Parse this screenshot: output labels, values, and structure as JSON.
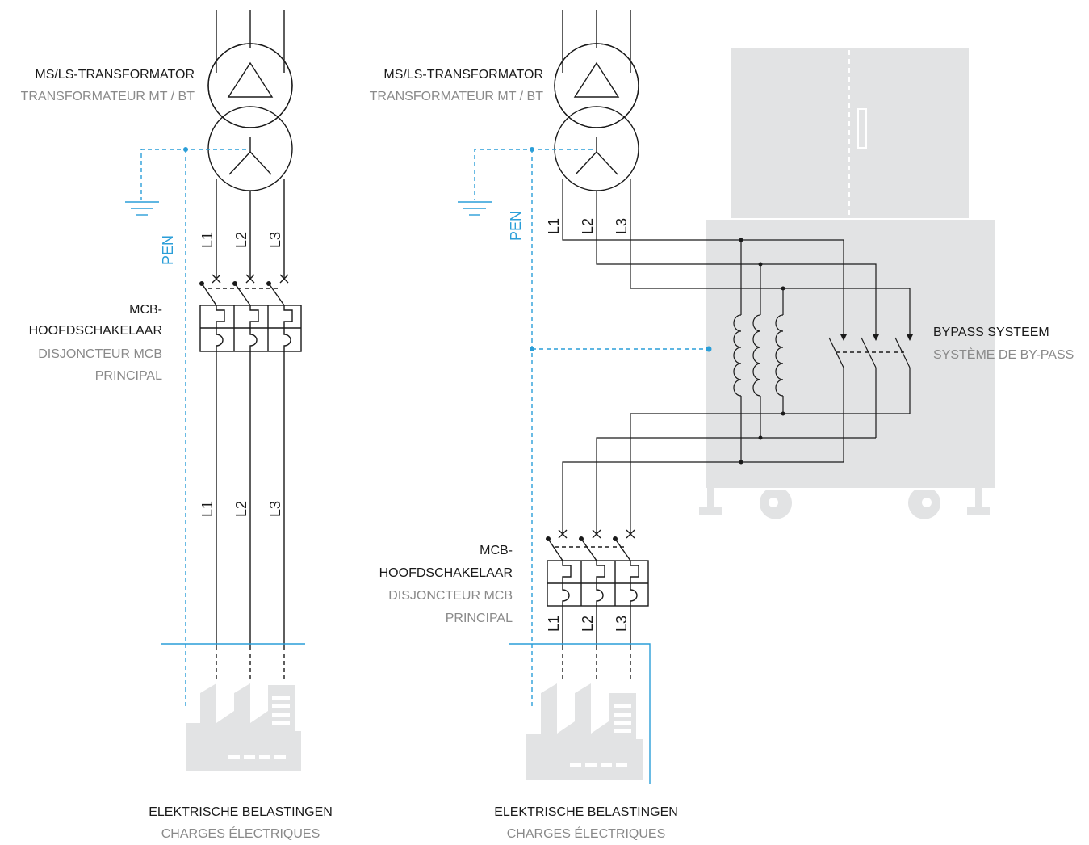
{
  "colors": {
    "line": "#1a1a1a",
    "pen_blue": "#2a9ed8",
    "equipment_gray": "#e2e3e4",
    "sub_label": "#8a8a8a"
  },
  "left_system": {
    "transformer": {
      "label_nl": "MS/LS-TRANSFORMATOR",
      "label_fr": "TRANSFORMATEUR MT / BT"
    },
    "pen_label": "PEN",
    "phases_top": [
      "L1",
      "L2",
      "L3"
    ],
    "breaker": {
      "label_nl_1": "MCB-",
      "label_nl_2": "HOOFDSCHAKELAAR",
      "label_fr_1": "DISJONCTEUR MCB",
      "label_fr_2": "PRINCIPAL"
    },
    "phases_bottom": [
      "L1",
      "L2",
      "L3"
    ],
    "loads": {
      "label_nl": "ELEKTRISCHE BELASTINGEN",
      "label_fr": "CHARGES ÉLECTRIQUES"
    }
  },
  "right_system": {
    "transformer": {
      "label_nl": "MS/LS-TRANSFORMATOR",
      "label_fr": "TRANSFORMATEUR MT / BT"
    },
    "pen_label": "PEN",
    "phases_top": [
      "L1",
      "L2",
      "L3"
    ],
    "bypass": {
      "label_nl": "BYPASS SYSTEEM",
      "label_fr": "SYSTÈME DE BY-PASS"
    },
    "breaker": {
      "label_nl_1": "MCB-",
      "label_nl_2": "HOOFDSCHAKELAAR",
      "label_fr_1": "DISJONCTEUR MCB",
      "label_fr_2": "PRINCIPAL"
    },
    "phases_bottom": [
      "L1",
      "L2",
      "L3"
    ],
    "loads": {
      "label_nl": "ELEKTRISCHE BELASTINGEN",
      "label_fr": "CHARGES ÉLECTRIQUES"
    }
  }
}
